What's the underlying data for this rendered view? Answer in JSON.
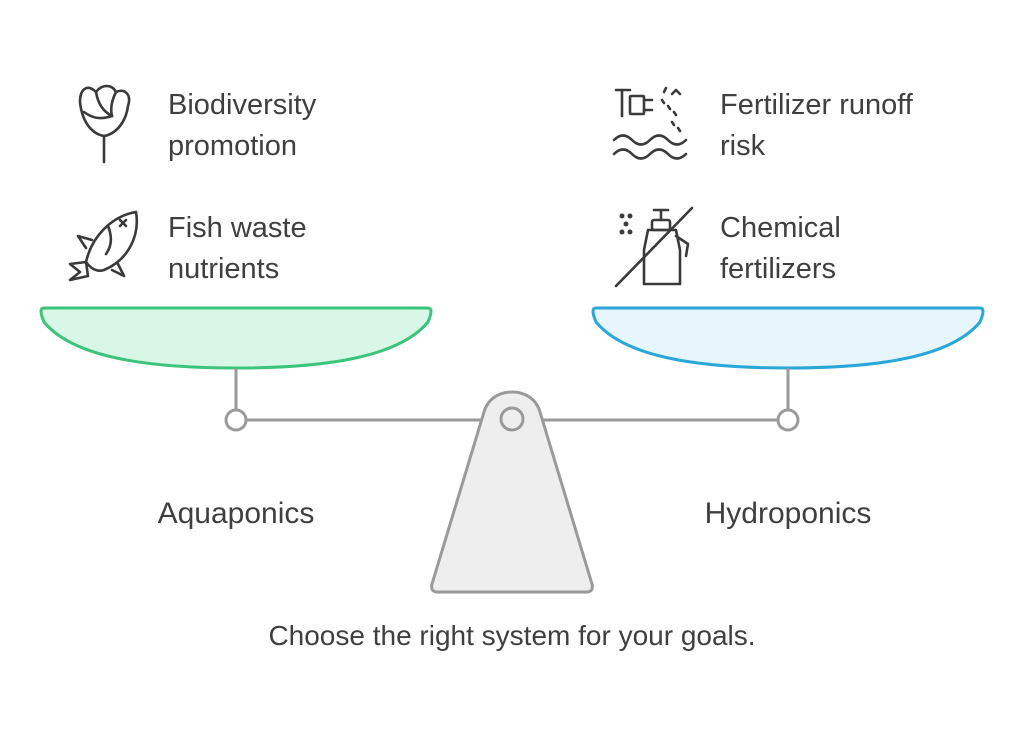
{
  "left_side": {
    "label": "Aquaponics",
    "pan_color": "#d9f7e6",
    "pan_stroke": "#3cc47c",
    "items": [
      {
        "icon": "rose-icon",
        "line1": "Biodiversity",
        "line2": "promotion"
      },
      {
        "icon": "fish-icon",
        "line1": "Fish waste",
        "line2": "nutrients"
      }
    ]
  },
  "right_side": {
    "label": "Hydroponics",
    "pan_color": "#e6f6fc",
    "pan_stroke": "#2aa7d8",
    "items": [
      {
        "icon": "runoff-icon",
        "line1": "Fertilizer runoff",
        "line2": "risk"
      },
      {
        "icon": "no-spray-icon",
        "line1": "Chemical",
        "line2": "fertilizers"
      }
    ]
  },
  "caption": "Choose the right system for your goals.",
  "colors": {
    "beam": "#9a9a9a",
    "fulcrum_fill": "#eeeeee",
    "text": "#3f3f3f"
  }
}
